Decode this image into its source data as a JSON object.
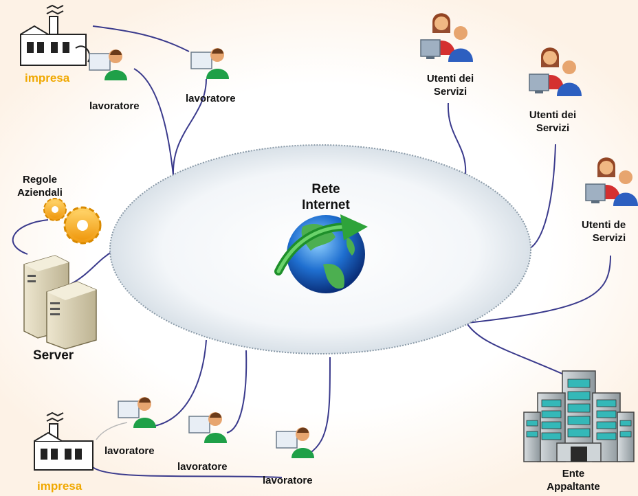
{
  "network": {
    "title_line1": "Rete",
    "title_line2": "Internet"
  },
  "server": {
    "label": "Server",
    "rules_line1": "Regole",
    "rules_line2": "Aziendali"
  },
  "top_company": {
    "label": "impresa",
    "workers": [
      "lavoratore",
      "lavoratore"
    ]
  },
  "bottom_company": {
    "label": "impresa",
    "workers": [
      "lavoratore",
      "lavoratore",
      "lavoratore"
    ]
  },
  "service_users": [
    {
      "line1": "Utenti dei",
      "line2": "Servizi"
    },
    {
      "line1": "Utenti dei",
      "line2": "Servizi"
    },
    {
      "line1": "Utenti de",
      "line2": "Servizi"
    }
  ],
  "contracting_body": {
    "line1": "Ente",
    "line2": "Appaltante"
  },
  "colors": {
    "connector": "#3a3a8c",
    "cloud_border": "#8a9aa8",
    "company_label": "#f0a800"
  }
}
